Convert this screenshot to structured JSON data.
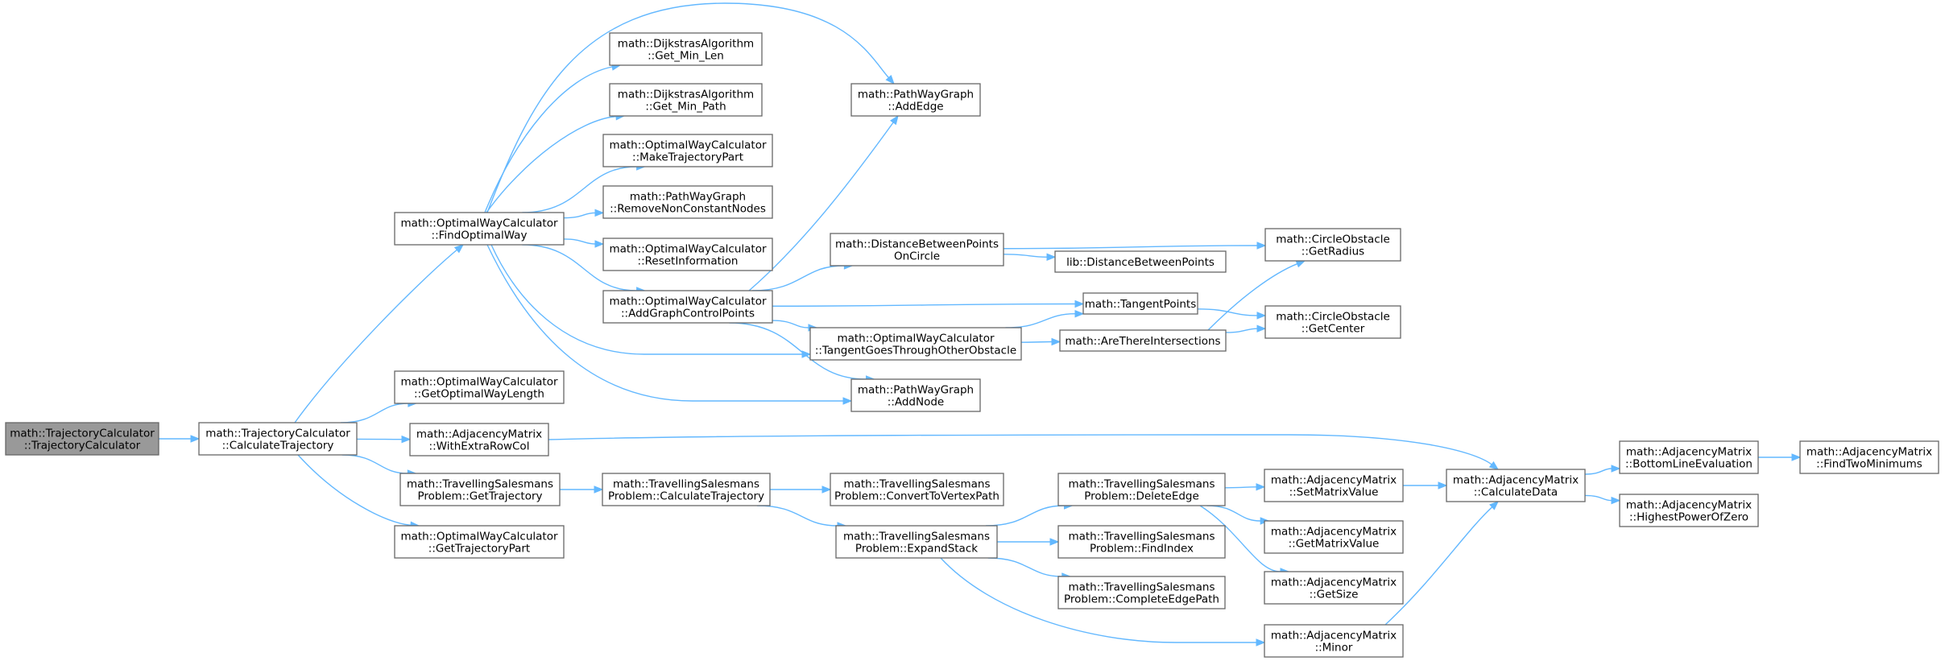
{
  "graph": {
    "colors": {
      "edge": "#63b8ff",
      "node_border": "#666666",
      "root_fill": "#999999",
      "node_fill": "#ffffff"
    },
    "nodes": [
      {
        "id": "root",
        "lines": [
          "math::TrajectoryCalculator",
          "::TrajectoryCalculator"
        ]
      },
      {
        "id": "calcTraj",
        "lines": [
          "math::TrajectoryCalculator",
          "::CalculateTrajectory"
        ]
      },
      {
        "id": "findOpt",
        "lines": [
          "math::OptimalWayCalculator",
          "::FindOptimalWay"
        ]
      },
      {
        "id": "getOptLen",
        "lines": [
          "math::OptimalWayCalculator",
          "::GetOptimalWayLength"
        ]
      },
      {
        "id": "withExtra",
        "lines": [
          "math::AdjacencyMatrix",
          "::WithExtraRowCol"
        ]
      },
      {
        "id": "tspGetTraj",
        "lines": [
          "math::TravellingSalesmans",
          "Problem::GetTrajectory"
        ]
      },
      {
        "id": "getTrajPart",
        "lines": [
          "math::OptimalWayCalculator",
          "::GetTrajectoryPart"
        ]
      },
      {
        "id": "dijLen",
        "lines": [
          "math::DijkstrasAlgorithm",
          "::Get_Min_Len"
        ]
      },
      {
        "id": "dijPath",
        "lines": [
          "math::DijkstrasAlgorithm",
          "::Get_Min_Path"
        ]
      },
      {
        "id": "makeTrajPart",
        "lines": [
          "math::OptimalWayCalculator",
          "::MakeTrajectoryPart"
        ]
      },
      {
        "id": "removeNon",
        "lines": [
          "math::PathWayGraph",
          "::RemoveNonConstantNodes"
        ]
      },
      {
        "id": "resetInfo",
        "lines": [
          "math::OptimalWayCalculator",
          "::ResetInformation"
        ]
      },
      {
        "id": "addGraph",
        "lines": [
          "math::OptimalWayCalculator",
          "::AddGraphControlPoints"
        ]
      },
      {
        "id": "tspCalcTraj",
        "lines": [
          "math::TravellingSalesmans",
          "Problem::CalculateTrajectory"
        ]
      },
      {
        "id": "addEdge",
        "lines": [
          "math::PathWayGraph",
          "::AddEdge"
        ]
      },
      {
        "id": "distOnCircle",
        "lines": [
          "math::DistanceBetweenPoints",
          "OnCircle"
        ]
      },
      {
        "id": "tangentThrough",
        "lines": [
          "math::OptimalWayCalculator",
          "::TangentGoesThroughOtherObstacle"
        ]
      },
      {
        "id": "addNode",
        "lines": [
          "math::PathWayGraph",
          "::AddNode"
        ]
      },
      {
        "id": "convertVertex",
        "lines": [
          "math::TravellingSalesmans",
          "Problem::ConvertToVertexPath"
        ]
      },
      {
        "id": "expandStack",
        "lines": [
          "math::TravellingSalesmans",
          "Problem::ExpandStack"
        ]
      },
      {
        "id": "libDist",
        "lines": [
          "lib::DistanceBetweenPoints"
        ]
      },
      {
        "id": "tangentPoints",
        "lines": [
          "math::TangentPoints"
        ]
      },
      {
        "id": "areThere",
        "lines": [
          "math::AreThereIntersections"
        ]
      },
      {
        "id": "deleteEdge",
        "lines": [
          "math::TravellingSalesmans",
          "Problem::DeleteEdge"
        ]
      },
      {
        "id": "findIndex",
        "lines": [
          "math::TravellingSalesmans",
          "Problem::FindIndex"
        ]
      },
      {
        "id": "completeEdge",
        "lines": [
          "math::TravellingSalesmans",
          "Problem::CompleteEdgePath"
        ]
      },
      {
        "id": "getRadius",
        "lines": [
          "math::CircleObstacle",
          "::GetRadius"
        ]
      },
      {
        "id": "getCenter",
        "lines": [
          "math::CircleObstacle",
          "::GetCenter"
        ]
      },
      {
        "id": "setMatrix",
        "lines": [
          "math::AdjacencyMatrix",
          "::SetMatrixValue"
        ]
      },
      {
        "id": "getMatrix",
        "lines": [
          "math::AdjacencyMatrix",
          "::GetMatrixValue"
        ]
      },
      {
        "id": "getSize",
        "lines": [
          "math::AdjacencyMatrix",
          "::GetSize"
        ]
      },
      {
        "id": "minor",
        "lines": [
          "math::AdjacencyMatrix",
          "::Minor"
        ]
      },
      {
        "id": "calcData",
        "lines": [
          "math::AdjacencyMatrix",
          "::CalculateData"
        ]
      },
      {
        "id": "bottomLine",
        "lines": [
          "math::AdjacencyMatrix",
          "::BottomLineEvaluation"
        ]
      },
      {
        "id": "highestPow",
        "lines": [
          "math::AdjacencyMatrix",
          "::HighestPowerOfZero"
        ]
      },
      {
        "id": "findTwoMin",
        "lines": [
          "math::AdjacencyMatrix",
          "::FindTwoMinimums"
        ]
      }
    ],
    "edges": [
      [
        "root",
        "calcTraj"
      ],
      [
        "calcTraj",
        "findOpt"
      ],
      [
        "calcTraj",
        "getOptLen"
      ],
      [
        "calcTraj",
        "withExtra"
      ],
      [
        "calcTraj",
        "tspGetTraj"
      ],
      [
        "calcTraj",
        "getTrajPart"
      ],
      [
        "findOpt",
        "addEdge"
      ],
      [
        "findOpt",
        "dijLen"
      ],
      [
        "findOpt",
        "dijPath"
      ],
      [
        "findOpt",
        "makeTrajPart"
      ],
      [
        "findOpt",
        "removeNon"
      ],
      [
        "findOpt",
        "resetInfo"
      ],
      [
        "findOpt",
        "addGraph"
      ],
      [
        "findOpt",
        "tangentThrough"
      ],
      [
        "findOpt",
        "addNode"
      ],
      [
        "addGraph",
        "addEdge"
      ],
      [
        "addGraph",
        "distOnCircle"
      ],
      [
        "addGraph",
        "tangentPoints"
      ],
      [
        "addGraph",
        "tangentThrough"
      ],
      [
        "addGraph",
        "addNode"
      ],
      [
        "distOnCircle",
        "getRadius"
      ],
      [
        "distOnCircle",
        "libDist"
      ],
      [
        "tangentThrough",
        "tangentPoints"
      ],
      [
        "tangentThrough",
        "areThere"
      ],
      [
        "tangentPoints",
        "getCenter"
      ],
      [
        "areThere",
        "getRadius"
      ],
      [
        "areThere",
        "getCenter"
      ],
      [
        "withExtra",
        "calcData"
      ],
      [
        "tspGetTraj",
        "tspCalcTraj"
      ],
      [
        "tspCalcTraj",
        "convertVertex"
      ],
      [
        "tspCalcTraj",
        "expandStack"
      ],
      [
        "expandStack",
        "deleteEdge"
      ],
      [
        "expandStack",
        "findIndex"
      ],
      [
        "expandStack",
        "completeEdge"
      ],
      [
        "expandStack",
        "minor"
      ],
      [
        "deleteEdge",
        "setMatrix"
      ],
      [
        "deleteEdge",
        "getMatrix"
      ],
      [
        "deleteEdge",
        "getSize"
      ],
      [
        "setMatrix",
        "calcData"
      ],
      [
        "minor",
        "calcData"
      ],
      [
        "calcData",
        "bottomLine"
      ],
      [
        "calcData",
        "highestPow"
      ],
      [
        "bottomLine",
        "findTwoMin"
      ]
    ]
  }
}
